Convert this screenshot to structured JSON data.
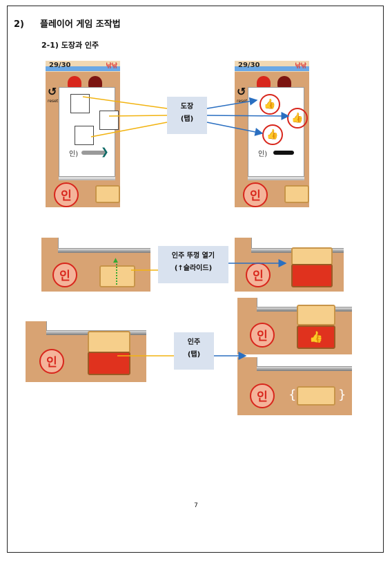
{
  "heading": {
    "number": "2)",
    "title": "플레이어 게임 조작법"
  },
  "subheading": "2-1) 도장과 인주",
  "phone": {
    "counter": "29/30",
    "icons_text": "낚낚",
    "reset_label": "reset",
    "sign_label": "인)",
    "inkan_label": "인"
  },
  "labels": {
    "stamp_title": "도장",
    "stamp_action": "(탭)",
    "lid_title": "인주 뚜껑 열기",
    "lid_action": "(↑슬라이드)",
    "ink_title": "인주",
    "ink_action": "(탭)"
  },
  "page_number": "7",
  "colors": {
    "arrow_blue": "#2a6fc1",
    "line_yellow": "#f2b310",
    "label_bg": "#d9e2ef",
    "ink_red": "#e0321e"
  }
}
